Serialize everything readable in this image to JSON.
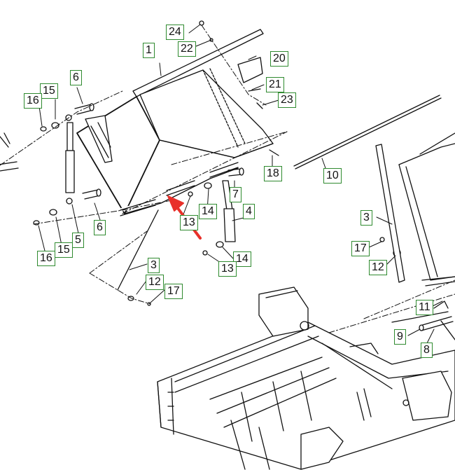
{
  "diagram": {
    "callouts": {
      "c1": "1",
      "c24": "24",
      "c22": "22",
      "c20": "20",
      "c21": "21",
      "c23": "23",
      "c6a": "6",
      "c15a": "15",
      "c16a": "16",
      "c18": "18",
      "c10": "10",
      "c7": "7",
      "c14a": "14",
      "c4": "4",
      "c13a": "13",
      "c6b": "6",
      "c5": "5",
      "c15b": "15",
      "c16b": "16",
      "c3a": "3",
      "c12a": "12",
      "c17a": "17",
      "c14b": "14",
      "c13b": "13",
      "c3b": "3",
      "c17b": "17",
      "c12b": "12",
      "c11": "11",
      "c9": "9",
      "c8": "8"
    },
    "colors": {
      "callout_border": "#2f8a2f",
      "pointer_arrow": "#e8302a",
      "line_art": "#111111"
    }
  }
}
